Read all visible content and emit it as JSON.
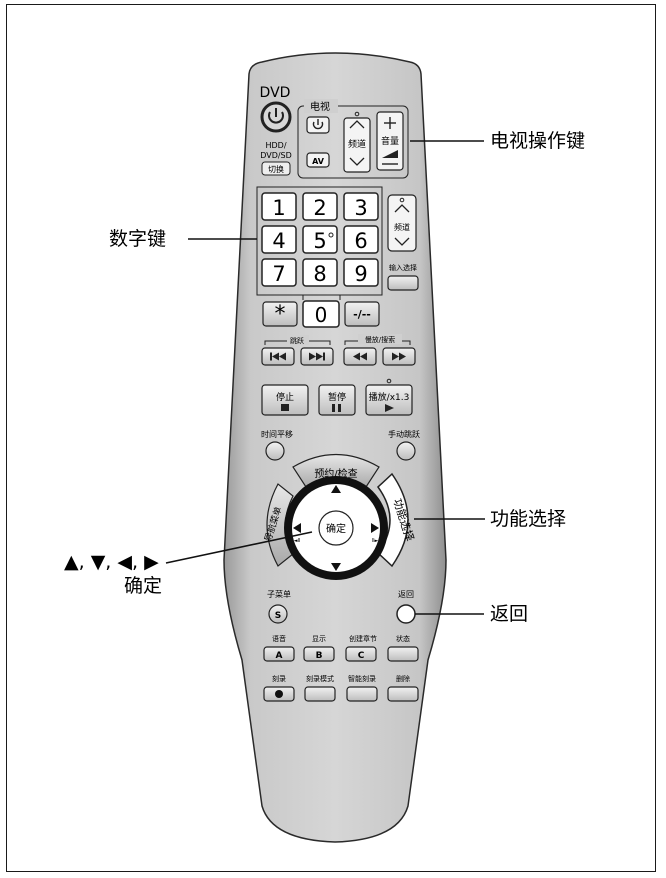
{
  "remote": {
    "top_label": "DVD",
    "tv_group_label": "电视",
    "hdd_label_1": "HDD/",
    "hdd_label_2": "DVD/SD",
    "switch_label": "切换",
    "av_label": "AV",
    "channel_label": "频道",
    "volume_label": "音量",
    "number_keys": [
      "1",
      "2",
      "3",
      "4",
      "5",
      "6",
      "7",
      "8",
      "9"
    ],
    "star_key": "*",
    "zero_key": "0",
    "dash_key": "-/--",
    "input_select_label": "输入选择",
    "skip_label": "跳跃",
    "slow_search_label": "慢放/搜索",
    "stop_label": "停止",
    "pause_label": "暂停",
    "play_label": "播放/x1.3",
    "time_slip_label": "时间平移",
    "manual_skip_label": "手动跳跃",
    "timer_check_label": "预约/检查",
    "nav_menu_label": "导航菜单",
    "function_select_label": "功能选择",
    "enter_label": "确定",
    "sub_menu_label": "子菜单",
    "s_key": "S",
    "return_label": "返回",
    "audio_label": "语音",
    "display_label": "显示",
    "create_chapter_label": "创建章节",
    "status_label": "状态",
    "key_a": "A",
    "key_b": "B",
    "key_c": "C",
    "rec_label": "刻录",
    "rec_mode_label": "刻录模式",
    "smart_rec_label": "智能刻录",
    "delete_label": "删除"
  },
  "callouts": {
    "tv_keys": "电视操作键",
    "number_keys": "数字键",
    "function_select": "功能选择",
    "arrows": "▲, ▼, ◀, ▶",
    "enter": "确定",
    "return": "返回"
  }
}
